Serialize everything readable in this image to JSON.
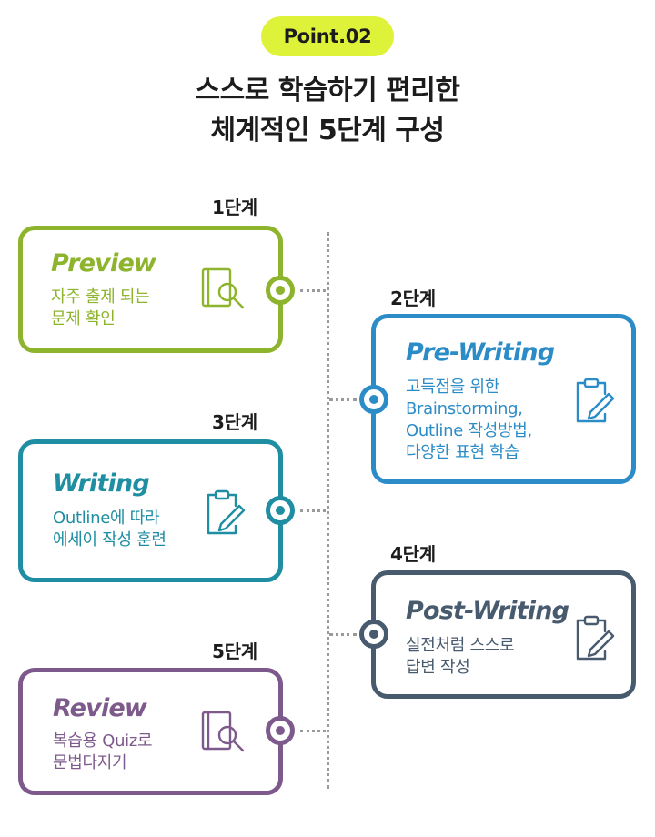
{
  "badge": "Point.02",
  "title": {
    "line1": "스스로 학습하기 편리한",
    "line2": "체계적인 5단계 구성"
  },
  "colors": {
    "preview": "#8db42c",
    "pre_writing": "#2b8cc7",
    "writing": "#1f8ea2",
    "post_writing": "#475a6e",
    "review": "#7e5a8c",
    "badge": "#dff23a"
  },
  "steps": [
    {
      "step_label": "1단계",
      "name": "Preview",
      "desc": [
        "자주 출제 되는",
        "문제 확인"
      ],
      "icon": "book-search-icon"
    },
    {
      "step_label": "2단계",
      "name": "Pre-Writing",
      "desc": [
        "고득점을 위한",
        "Brainstorming,",
        "Outline 작성방법,",
        "다양한 표현 학습"
      ],
      "icon": "clipboard-pen-icon"
    },
    {
      "step_label": "3단계",
      "name": "Writing",
      "desc": [
        "Outline에 따라",
        "에세이 작성 훈련"
      ],
      "icon": "clipboard-pen-icon"
    },
    {
      "step_label": "4단계",
      "name": "Post-Writing",
      "desc": [
        "실전처럼 스스로",
        "답변 작성"
      ],
      "icon": "clipboard-pen-icon"
    },
    {
      "step_label": "5단계",
      "name": "Review",
      "desc": [
        "복습용 Quiz로",
        "문법다지기"
      ],
      "icon": "book-search-icon"
    }
  ]
}
